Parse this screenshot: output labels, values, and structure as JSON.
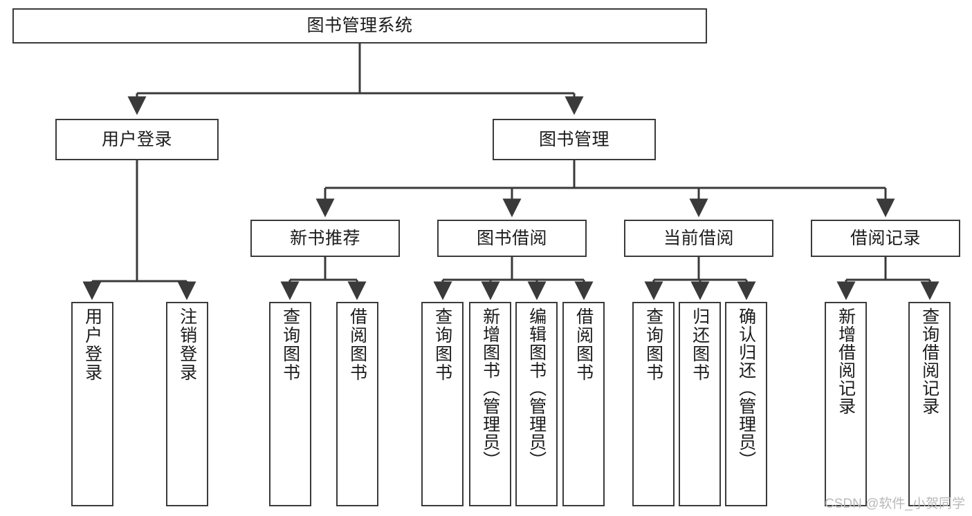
{
  "diagram": {
    "title": "图书管理系统",
    "type": "tree-hierarchy-chart",
    "orientation": "top-down",
    "colors": {
      "box_border": "#3a3a3a",
      "box_fill": "#ffffff",
      "edge": "#3a3a3a",
      "text": "#1b1b1b",
      "watermark": "#b9b9b9",
      "background": "#ffffff"
    }
  },
  "root": {
    "label": "图书管理系统"
  },
  "level2": [
    {
      "label": "用户登录"
    },
    {
      "label": "图书管理"
    }
  ],
  "level3": [
    {
      "label": "新书推荐"
    },
    {
      "label": "图书借阅"
    },
    {
      "label": "当前借阅"
    },
    {
      "label": "借阅记录"
    }
  ],
  "leaves": {
    "user_login": [
      {
        "label": "用户登录"
      },
      {
        "label": "注销登录"
      }
    ],
    "new_book_recommend": [
      {
        "label": "查询图书"
      },
      {
        "label": "借阅图书"
      }
    ],
    "book_borrow": [
      {
        "label": "查询图书"
      },
      {
        "label": "新增图书（管理员）"
      },
      {
        "label": "编辑图书（管理员）"
      },
      {
        "label": "借阅图书"
      }
    ],
    "current_borrow": [
      {
        "label": "查询图书"
      },
      {
        "label": "归还图书"
      },
      {
        "label": "确认归还（管理员）"
      }
    ],
    "borrow_record": [
      {
        "label": "新增借阅记录"
      },
      {
        "label": "查询借阅记录"
      }
    ]
  },
  "watermark": {
    "text": "CSDN @软件_小贺同学"
  }
}
